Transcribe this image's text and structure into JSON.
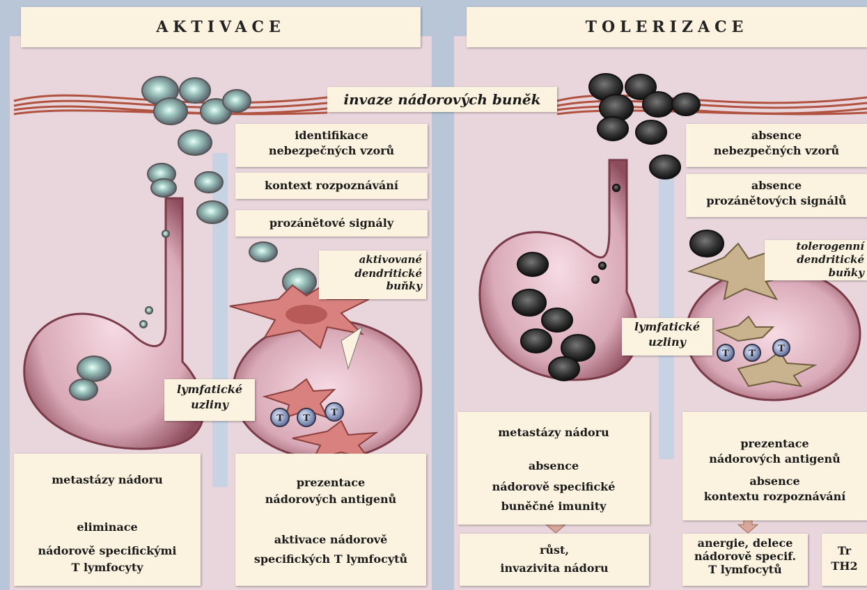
{
  "colors": {
    "page_bg": "#b8c6d8",
    "panel_bg": "#e9d6dc",
    "box_bg": "#fbf3df",
    "vessel": "#8a4a55",
    "node_fill": "#c48896",
    "tcell": "#a9b8e0"
  },
  "left": {
    "title": "AKTIVACE",
    "invasion": "invaze nádorových buněk",
    "steps": {
      "identification": [
        "identifikace",
        "nebezpečných vzorů"
      ],
      "context": "kontext rozpoznávání",
      "signals": "prozánětové signály"
    },
    "dc_label": [
      "aktivované",
      "dendritické",
      "buňky"
    ],
    "node_label": [
      "lymfatické",
      "uzliny"
    ],
    "bottom_left": {
      "line1": "metastázy nádoru",
      "line2": "eliminace",
      "line3": "nádorově specifickými",
      "line4": "T lymfocyty"
    },
    "bottom_right": {
      "line1": "prezentace",
      "line2": "nádorových antigenů",
      "line3": "aktivace nádorově",
      "line4": "specifických T lymfocytů"
    },
    "tcell_letter": "T"
  },
  "right": {
    "title": "TOLERIZACE",
    "steps": {
      "absence1": [
        "absence",
        "nebezpečných vzorů"
      ],
      "absence2": [
        "absence",
        "prozánětových signálů"
      ]
    },
    "dc_label": [
      "tolerogenní",
      "dendritické",
      "buňky"
    ],
    "node_label": [
      "lymfatické",
      "uzliny"
    ],
    "bottom_left": {
      "line1": "metastázy nádoru",
      "line2": "absence",
      "line3": "nádorově specifické",
      "line4": "buněčné imunity",
      "line5": "růst,",
      "line6": "invazivita nádoru"
    },
    "bottom_right": {
      "line1": "prezentace",
      "line2": "nádorových antigenů",
      "line3": "absence",
      "line4": "kontextu rozpoznávání",
      "line5": "anergie, delece",
      "line6": "nádorově specif.",
      "line7": "T lymfocytů",
      "extra1": "Tr",
      "extra2": "TH2"
    },
    "tcell_letter": "T"
  }
}
